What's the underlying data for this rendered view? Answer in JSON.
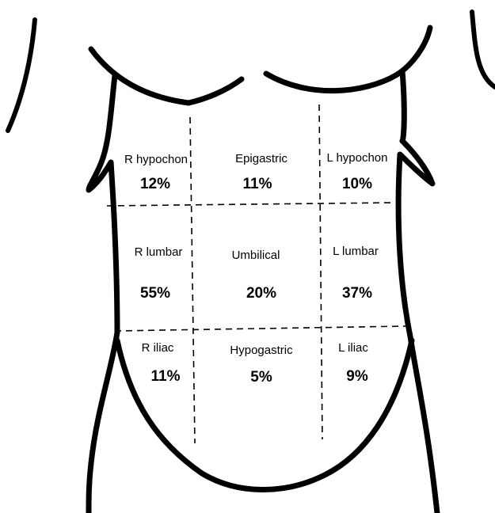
{
  "regions": [
    {
      "id": "r-hypochon",
      "name": "R hypochon",
      "percent": "12%"
    },
    {
      "id": "epigastric",
      "name": "Epigastric",
      "percent": "11%"
    },
    {
      "id": "l-hypochon",
      "name": "L hypochon",
      "percent": "10%"
    },
    {
      "id": "r-lumbar",
      "name": "R lumbar",
      "percent": "55%"
    },
    {
      "id": "umbilical",
      "name": "Umbilical",
      "percent": "20%"
    },
    {
      "id": "l-lumbar",
      "name": "L lumbar",
      "percent": "37%"
    },
    {
      "id": "r-iliac",
      "name": "R iliac",
      "percent": "11%"
    },
    {
      "id": "hypogastric",
      "name": "Hypogastric",
      "percent": "5%"
    },
    {
      "id": "l-iliac",
      "name": "L iliac",
      "percent": "9%"
    }
  ]
}
